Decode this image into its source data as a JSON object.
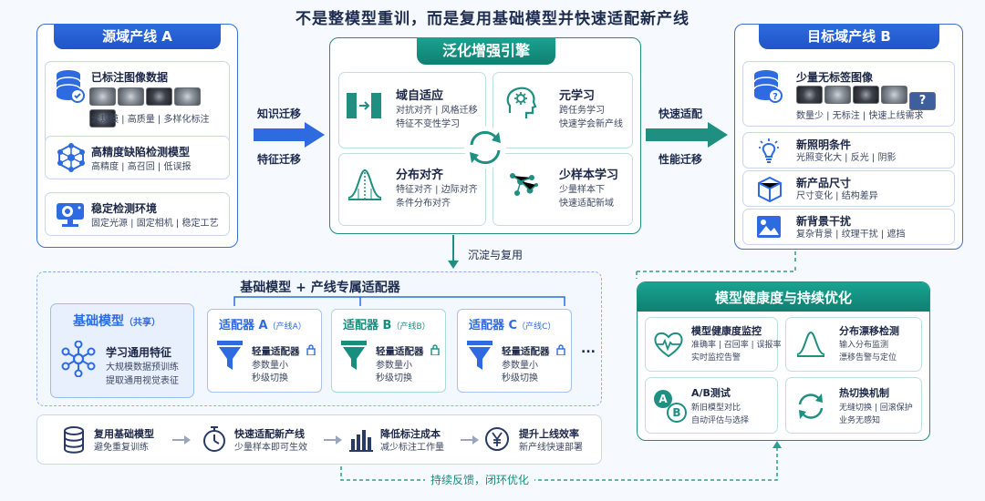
{
  "top_title": "不是整模型重训，而是复用基础模型并快速适配新产线",
  "source": {
    "title": "源域产线 A",
    "items": [
      {
        "title": "已标注图像数据",
        "desc": "大规模 | 高质量 | 多样化标注"
      },
      {
        "title": "高精度缺陷检测模型",
        "desc": "高精度 | 高召回 | 低误报"
      },
      {
        "title": "稳定检测环境",
        "desc": "固定光源 | 固定相机 | 稳定工艺"
      }
    ]
  },
  "left_arrow": {
    "top": "知识迁移",
    "bottom": "特征迁移"
  },
  "engine": {
    "title": "泛化增强引擎",
    "items": [
      {
        "title": "域自适应",
        "line1": "对抗对齐 | 风格迁移",
        "line2": "特征不变性学习"
      },
      {
        "title": "元学习",
        "line1": "跨任务学习",
        "line2": "快速学会新产线"
      },
      {
        "title": "分布对齐",
        "line1": "特征对齐 | 边际对齐",
        "line2": "条件分布对齐"
      },
      {
        "title": "少样本学习",
        "line1": "少量样本下",
        "line2": "快速适配新域"
      }
    ]
  },
  "right_arrow": {
    "top": "快速适配",
    "bottom": "性能迁移"
  },
  "target": {
    "title": "目标域产线 B",
    "items": [
      {
        "title": "少量无标签图像",
        "desc": "数量少 | 无标注 | 快速上线需求"
      },
      {
        "title": "新照明条件",
        "desc": "光照变化大 | 反光 | 阴影"
      },
      {
        "title": "新产品尺寸",
        "desc": "尺寸变化 | 结构差异"
      },
      {
        "title": "新背景干扰",
        "desc": "复杂背景 | 纹理干扰 | 遮挡"
      }
    ]
  },
  "down_label": "沉淀与复用",
  "foundation": {
    "title": "基础模型 + 产线专属适配器",
    "base": {
      "title": "基础模型",
      "tag": "（共享）",
      "sub_title": "学习通用特征",
      "line1": "大规模数据预训练",
      "line2": "提取通用视觉表征"
    },
    "adapters": [
      {
        "name": "适配器 A",
        "tag": "（产线A）",
        "title": "轻量适配器",
        "line1": "参数量小",
        "line2": "秒级切换"
      },
      {
        "name": "适配器 B",
        "tag": "（产线B）",
        "title": "轻量适配器",
        "line1": "参数量小",
        "line2": "秒级切换"
      },
      {
        "name": "适配器 C",
        "tag": "（产线C）",
        "title": "轻量适配器",
        "line1": "参数量小",
        "line2": "秒级切换"
      }
    ],
    "ellipsis": "..."
  },
  "benefits": [
    {
      "title": "复用基础模型",
      "desc": "避免重复训练"
    },
    {
      "title": "快速适配新产线",
      "desc": "少量样本即可生效"
    },
    {
      "title": "降低标注成本",
      "desc": "减少标注工作量"
    },
    {
      "title": "提升上线效率",
      "desc": "新产线快速部署"
    }
  ],
  "health": {
    "title": "模型健康度与持续优化",
    "items": [
      {
        "title": "模型健康度监控",
        "line1": "准确率 | 召回率 | 误报率",
        "line2": "实时监控告警"
      },
      {
        "title": "分布漂移检测",
        "line1": "输入分布监测",
        "line2": "漂移告警与定位"
      },
      {
        "title": "A/B测试",
        "line1": "新旧模型对比",
        "line2": "自动评估与选择"
      },
      {
        "title": "热切换机制",
        "line1": "无缝切换 | 回滚保护",
        "line2": "业务无感知"
      }
    ]
  },
  "feedback_label": "持续反馈，闭环优化",
  "colors": {
    "blue": "#2f6be0",
    "green": "#178f7f",
    "text": "#1d2b4f"
  }
}
